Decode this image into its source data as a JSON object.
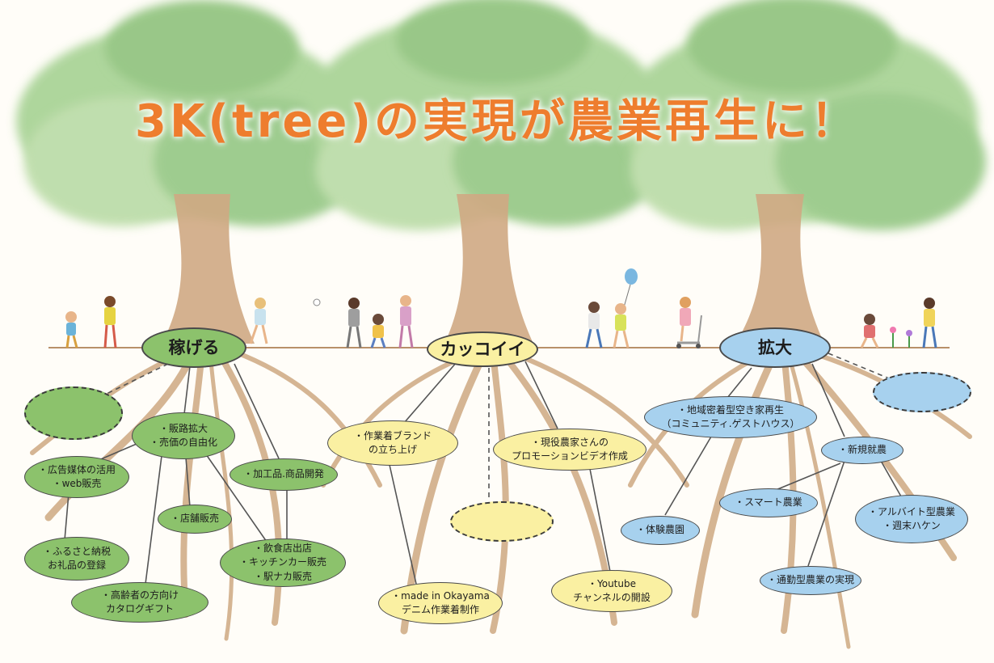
{
  "title": "3K(tree)の実現が農業再生に！",
  "colors": {
    "title": "#ee7d2e",
    "green": "#8cc26c",
    "yellow": "#faf0a2",
    "blue": "#a7d1ee",
    "foliage": "#9fcf8d",
    "trunk": "#c9a27a",
    "roots": "#c79d72"
  },
  "icons": [
    "watercolor-tree-icon",
    "child-figure-icon",
    "balloon-icon",
    "scooter-icon",
    "baseball-icon",
    "flower-icon"
  ],
  "trees": [
    {
      "root": "稼げる",
      "nodes": {
        "sales_channel": [
          "・販路拡大",
          "・売価の自由化"
        ],
        "ad_media": [
          "・広告媒体の活用",
          "・web販売"
        ],
        "processed": [
          "・加工品.商品開発"
        ],
        "shop": [
          "・店舗販売"
        ],
        "furusato": [
          "・ふるさと納税",
          "お礼品の登録"
        ],
        "restaurant": [
          "・飲食店出店",
          "・キッチンカー販売",
          "・駅ナカ販売"
        ],
        "elderly": [
          "・高齢者の方向け",
          "カタログギフト"
        ]
      }
    },
    {
      "root": "カッコイイ",
      "nodes": {
        "brand": [
          "・作業着ブランド",
          "の立ち上げ"
        ],
        "promo": [
          "・現役農家さんの",
          "プロモーションビデオ作成"
        ],
        "denim": [
          "・made in Okayama",
          "デニム作業着制作"
        ],
        "youtube": [
          "・Youtube",
          "チャンネルの開設"
        ]
      }
    },
    {
      "root": "拡大",
      "nodes": {
        "vacant_house": [
          "・地域密着型空き家再生",
          "（コミュニティ.ゲストハウス）"
        ],
        "new_farming": [
          "・新規就農"
        ],
        "smart": [
          "・スマート農業"
        ],
        "part_time": [
          "・アルバイト型農業",
          "・週末ハケン"
        ],
        "experience": [
          "・体験農園"
        ],
        "commute": [
          "・通勤型農業の実現"
        ]
      }
    }
  ]
}
